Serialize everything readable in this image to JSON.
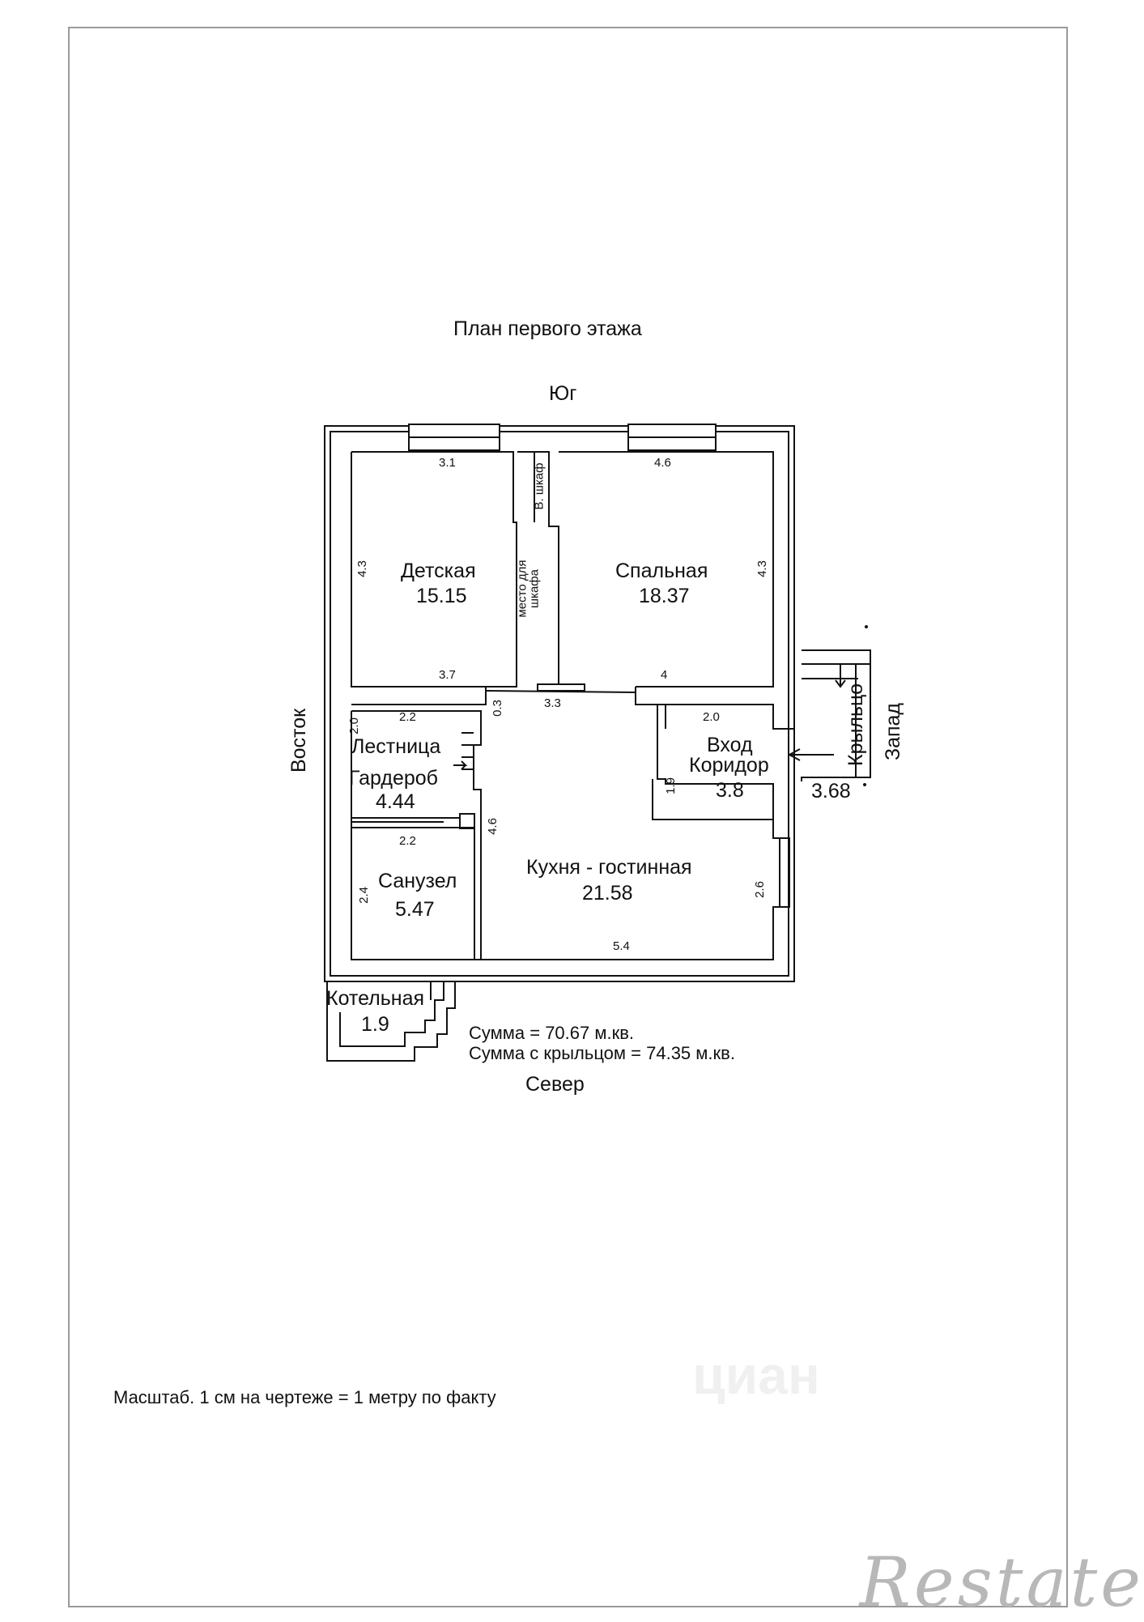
{
  "title": "План первого этажа",
  "directions": {
    "south": "Юг",
    "north": "Север",
    "east": "Восток",
    "west": "Запад"
  },
  "rooms": {
    "children": {
      "name": "Детская",
      "area": "15.15"
    },
    "bedroom": {
      "name": "Спальная",
      "area": "18.37"
    },
    "stairs": {
      "name": "Лестница"
    },
    "wardrobe": {
      "name": "Гардероб",
      "area": "4.44"
    },
    "corridor": {
      "name_line1": "Вход",
      "name_line2": "Коридор",
      "area": "3.8"
    },
    "porch": {
      "name": "Крыльцо",
      "area": "3.68"
    },
    "bathroom": {
      "name": "Санузел",
      "area": "5.47"
    },
    "kitchen": {
      "name": "Кухня - гостинная",
      "area": "21.58"
    },
    "boiler": {
      "name": "Котельная",
      "area": "1.9"
    },
    "built_in_closet": {
      "name": "В. шкаф"
    },
    "closet_space": {
      "line1": "место для",
      "line2": "шкафа"
    }
  },
  "dimensions": {
    "children_top": "3.1",
    "children_side": "4.3",
    "children_bottom": "3.7",
    "bedroom_top": "4.6",
    "bedroom_side": "4.3",
    "bedroom_bottom": "4",
    "hall_width": "3.3",
    "hall_gap": "0.3",
    "stairs_top": "2.2",
    "stairs_side": "2.0",
    "corridor_top": "2.0",
    "corridor_side": "1.9",
    "kitchen_side_left": "4.6",
    "kitchen_side_right": "2.6",
    "kitchen_bottom": "5.4",
    "bath_top": "2.2",
    "bath_side": "2.4"
  },
  "totals": {
    "sum": "Сумма = 70.67 м.кв.",
    "sum_with_porch": "Сумма с крыльцом = 74.35 м.кв."
  },
  "scale_note": "Масштаб. 1 см на чертеже = 1 метру по факту",
  "logo_text": "Restate",
  "watermark": "циан"
}
